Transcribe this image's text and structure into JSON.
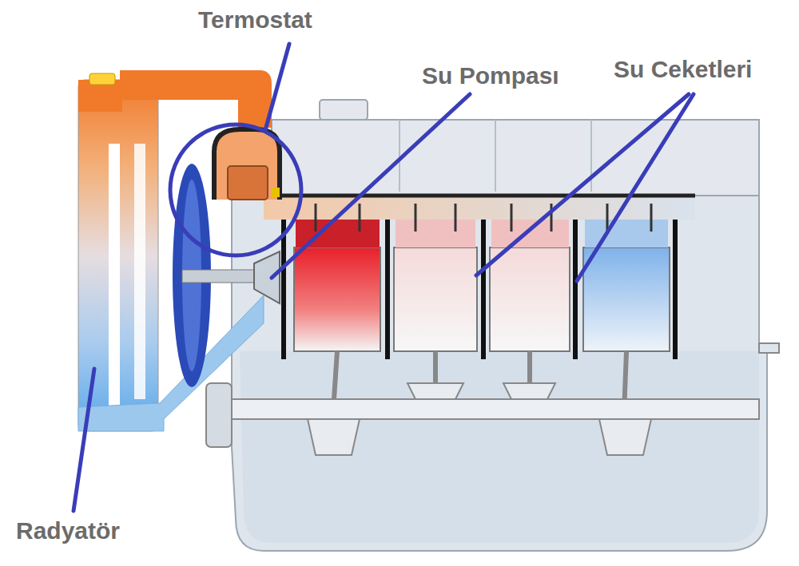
{
  "diagram": {
    "labels": [
      "Termostat",
      "Su Pompası",
      "Su Ceketleri",
      "Radyatör"
    ]
  }
}
